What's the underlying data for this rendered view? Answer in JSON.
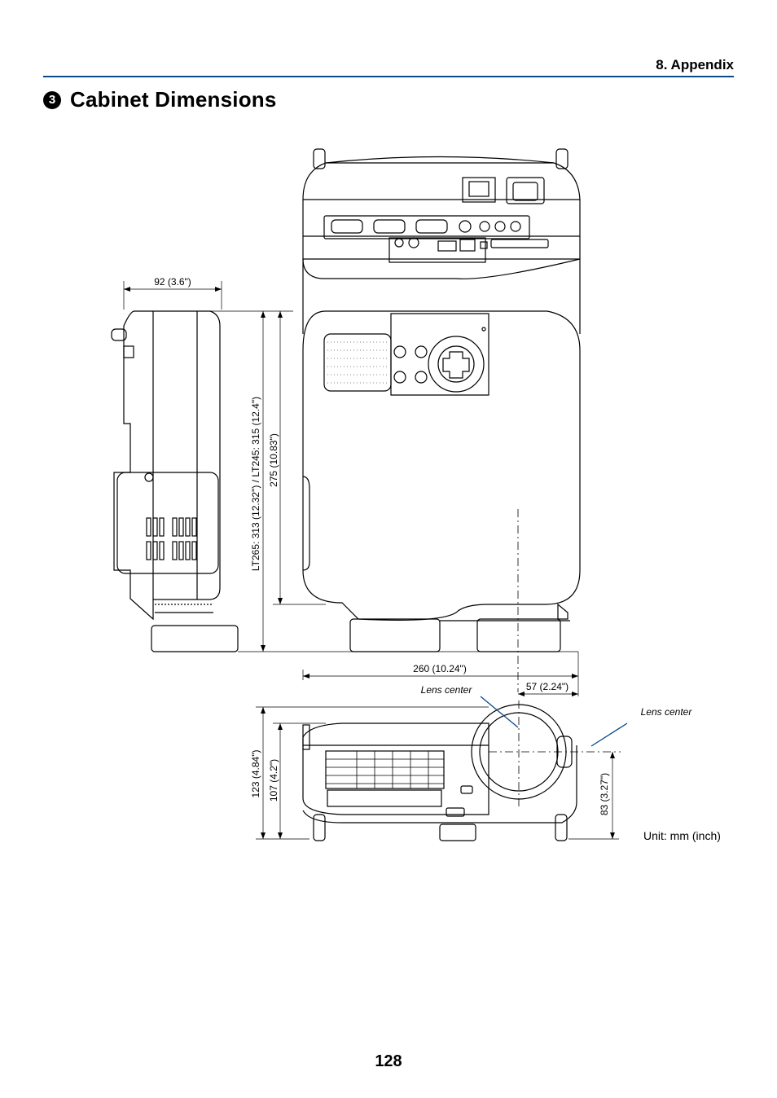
{
  "header": {
    "section": "8. Appendix"
  },
  "title": {
    "step_number": "3",
    "text": "Cabinet Dimensions"
  },
  "dimensions": {
    "side_depth": "92 (3.6\")",
    "total_length": "LT265: 313 (12.32\") / LT245: 315 (12.4\")",
    "body_length": "275 (10.83\")",
    "width": "260 (10.24\")",
    "lens_offset": "57 (2.24\")",
    "total_height": "123 (4.84\")",
    "body_height": "107 (4.2\")",
    "lens_height": "83 (3.27\")"
  },
  "labels": {
    "lens_center_1": "Lens center",
    "lens_center_2": "Lens center",
    "unit": "Unit: mm (inch)"
  },
  "page_number": "128"
}
